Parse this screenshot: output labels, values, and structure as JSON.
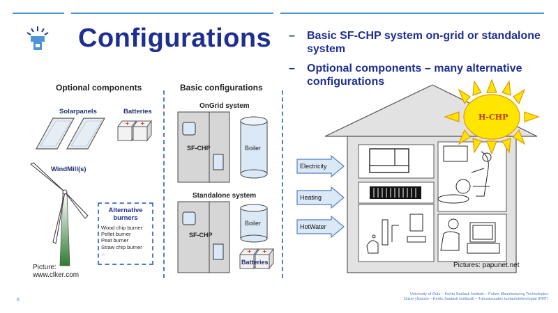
{
  "slide": {
    "title": "Configurations",
    "page_number": "6",
    "bullets": [
      "Basic SF-CHP system on-grid or standalone system",
      "Optional components – many alternative configurations"
    ],
    "footer_lines": [
      "University of Oulu – Kerttu Saalasti Institute – Future Manufacturing Technologies",
      "Oulun yliopisto – Kerttu Saalasti instituutti – Tulevaisuuden tuotantoteknologiat (FMT)"
    ]
  },
  "optional": {
    "heading": "Optional components",
    "solarpanels": "Solarpanels",
    "batteries": "Batteries",
    "windmill": "WindMill(s)",
    "burners_title": "Alternative burners",
    "burners": [
      "Wood chip burner",
      "Pellet burner",
      "Peat burner",
      "Straw chip burner",
      "..."
    ],
    "credit_1": "Picture:",
    "credit_2": "www.clker.com"
  },
  "basic": {
    "heading": "Basic configurations",
    "ongrid_title": "OnGrid system",
    "standalone_title": "Standalone system",
    "sfchp": "SF-CHP",
    "boiler": "Boiler",
    "batteries": "Batteries"
  },
  "house": {
    "sun_label": "H-CHP",
    "arrows": [
      "Electricity",
      "Heating",
      "HotWater"
    ],
    "credit": "Pictures: papunet.net"
  },
  "colors": {
    "title": "#1f2f8f",
    "accent_blue": "#4f95d6",
    "sun": "#ffe600"
  },
  "icons": {
    "logo": "university-tower-logo-icon"
  }
}
